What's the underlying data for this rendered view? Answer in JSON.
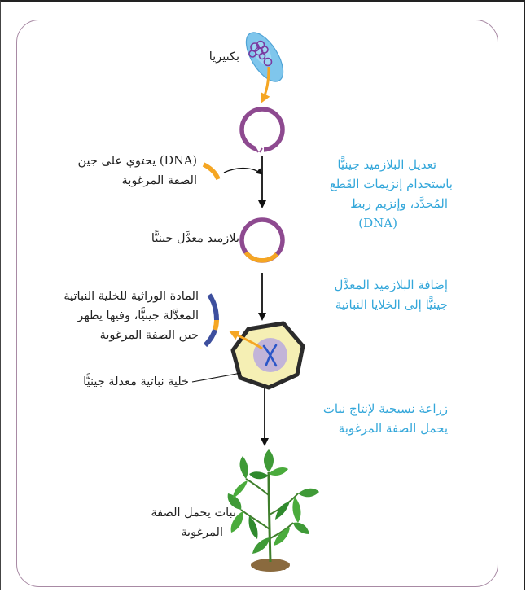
{
  "diagram": {
    "labels": {
      "bacteria": "بكتيريا",
      "dna_gene_line1": "(DNA) يحتوي على جين",
      "dna_gene_line2": "الصفة المرغوبة",
      "modified_plasmid": "بلازميد معدَّل جينيًّا",
      "genetic_material_line1": "المادة الوراثية للخلية النباتية",
      "genetic_material_line2": "المعدَّلة جينيًّا، وفيها يظهر",
      "genetic_material_line3": "جين الصفة المرغوبة",
      "modified_cell": "خلية نباتية معدلة جينيًّا",
      "plant_line1": "نبات يحمل الصفة",
      "plant_line2": "المرغوبة"
    },
    "steps": {
      "step1_line1": "تعديل البلازميد جينيًّا",
      "step1_line2": "باستخدام إنزيمات القَطع",
      "step1_line3": "المُحدَّد، وإنزيم ربط",
      "step1_line4": "(DNA)",
      "step2_line1": "إضافة البلازميد المعدَّل",
      "step2_line2": "جينيًّا إلى الخلايا النباتية",
      "step3_line1": "زراعة نسيجية لإنتاج نبات",
      "step3_line2": "يحمل الصفة المرغوبة"
    },
    "colors": {
      "plasmid": "#8e4a90",
      "gene": "#f5a623",
      "bacteria": "#7fc6ec",
      "step_text": "#34a7da",
      "cell": "#f5efb4",
      "plant": "#3f9a37",
      "soil": "#8a6a3e",
      "frame": "#a88aa4"
    },
    "icons": [
      "bacteria-icon",
      "plasmid-icon",
      "gene-fragment-icon",
      "modified-plasmid-icon",
      "plant-cell-icon",
      "plant-icon"
    ]
  }
}
